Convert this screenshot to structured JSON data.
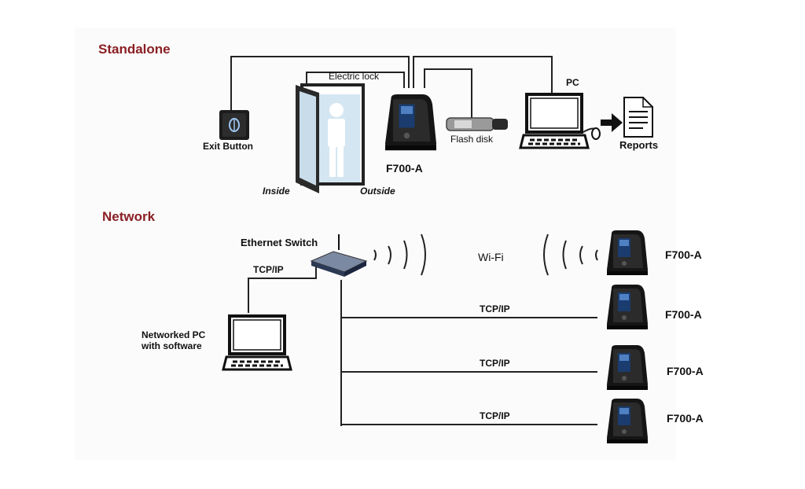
{
  "standalone": {
    "title": "Standalone",
    "exit_button": "Exit Button",
    "electric_lock": "Electric lock",
    "inside": "Inside",
    "outside": "Outside",
    "device": "F700-A",
    "flash_disk": "Flash disk",
    "pc": "PC",
    "reports": "Reports"
  },
  "network": {
    "title": "Network",
    "ethernet_switch": "Ethernet Switch",
    "tcpip": "TCP/IP",
    "networked_pc_line1": "Networked PC",
    "networked_pc_line2": "with software",
    "wifi": "Wi-Fi",
    "devices": [
      {
        "label": "F700-A",
        "link": "Wi-Fi"
      },
      {
        "label": "F700-A",
        "link": "TCP/IP"
      },
      {
        "label": "F700-A",
        "link": "TCP/IP"
      },
      {
        "label": "F700-A",
        "link": "TCP/IP"
      }
    ]
  },
  "colors": {
    "section_title": "#8a1f24",
    "line": "#222222",
    "screen": "#1a3c6e"
  }
}
